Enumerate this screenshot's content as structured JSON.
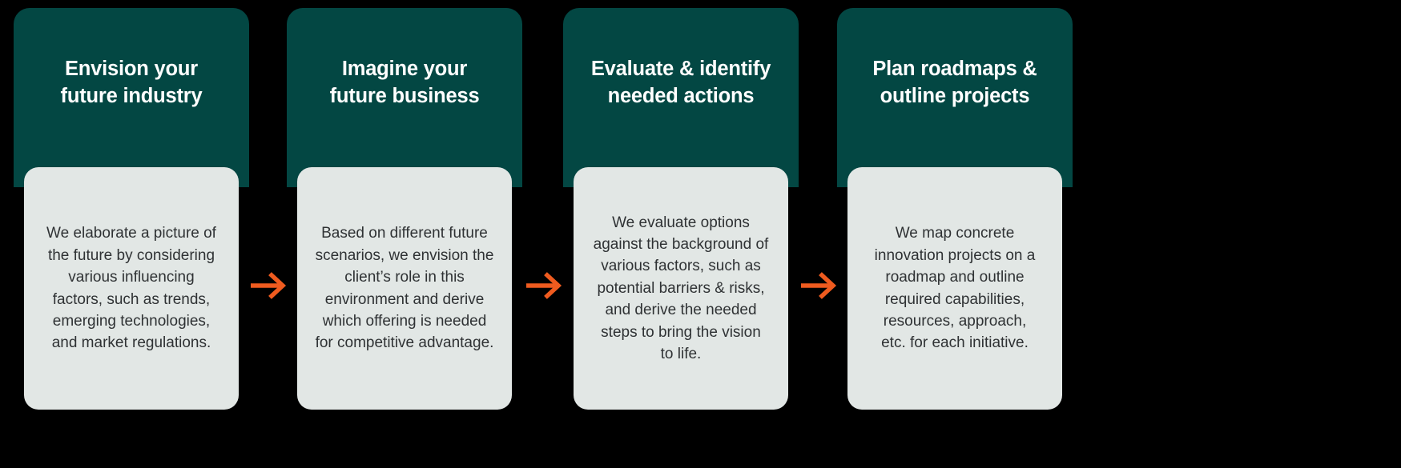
{
  "diagram": {
    "type": "horizontal-process-flow",
    "background_color": "#000000",
    "header_color": "#034743",
    "body_color": "#E2E7E5",
    "arrow_color": "#EF5B1F",
    "title_color": "#FFFFFF",
    "body_text_color": "#2F3234",
    "steps": [
      {
        "title": "Envision your\nfuture industry",
        "description": "We elaborate a picture of\nthe future by considering\nvarious influencing\nfactors, such as trends,\nemerging technologies,\nand market regulations."
      },
      {
        "title": "Imagine your\nfuture business",
        "description": "Based on different future\nscenarios, we envision the\nclient’s role in this\nenvironment and derive\nwhich offering is needed\nfor competitive advantage."
      },
      {
        "title": "Evaluate & identify\nneeded actions",
        "description": "We evaluate options\nagainst the background of\nvarious factors, such as\npotential barriers & risks,\nand derive the needed\nsteps to bring the vision\nto life."
      },
      {
        "title": "Plan roadmaps &\noutline projects",
        "description": "We map concrete\ninnovation projects on a\nroadmap and outline\nrequired capabilities,\nresources, approach,\netc. for each initiative."
      }
    ],
    "connectors": [
      {
        "icon": "arrow-right-icon",
        "from": 1,
        "to": 2
      },
      {
        "icon": "arrow-right-icon",
        "from": 2,
        "to": 3
      },
      {
        "icon": "arrow-right-icon",
        "from": 3,
        "to": 4
      }
    ]
  }
}
